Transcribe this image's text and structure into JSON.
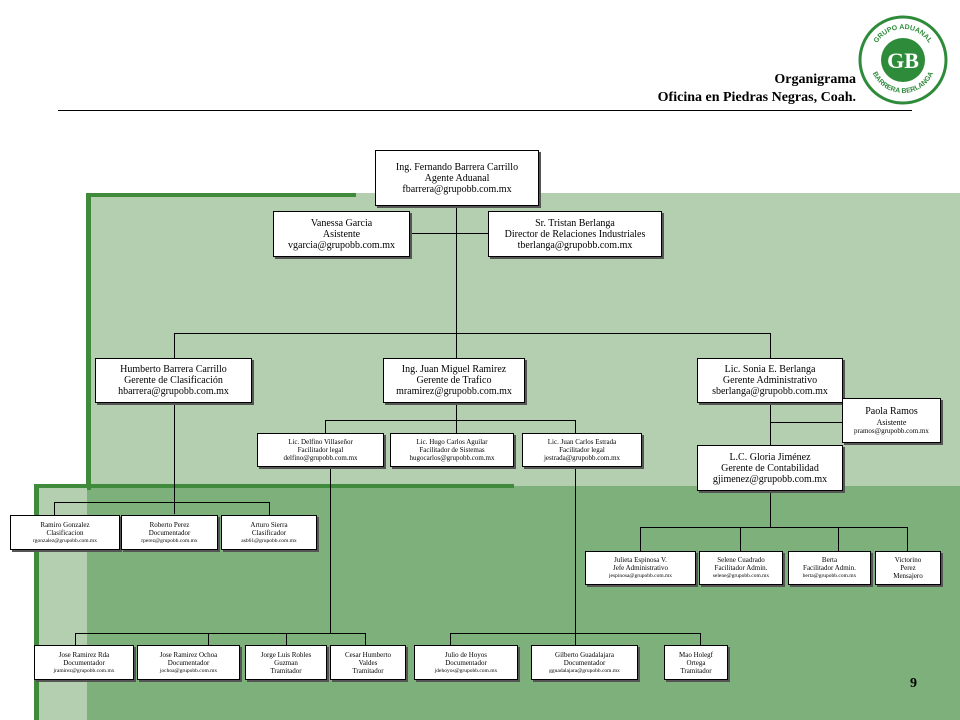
{
  "header": {
    "title": "Organigrama",
    "subtitle": "Oficina en Piedras Negras, Coah."
  },
  "logo": {
    "initials": "GB",
    "ring_top": "GRUPO ADUANAL",
    "ring_bottom": "BARRERA BERLANGA",
    "color": "#2e8b3a"
  },
  "page_number": "9",
  "colors": {
    "light_green": "#b3cfb0",
    "dark_green": "#7db07a",
    "stripe_green": "#3f8a3b"
  },
  "nodes": {
    "director": {
      "name": "Ing. Fernando Barrera Carrillo",
      "title": "Agente Aduanal",
      "email": "fbarrera@grupobb.com.mx"
    },
    "vanessa": {
      "name": "Vanessa Garcia",
      "title": "Asistente",
      "email": "vgarcia@grupobb.com.mx"
    },
    "tristan": {
      "name": "Sr. Tristan Berlanga",
      "title": "Director de Relaciones Industriales",
      "email": "tberlanga@grupobb.com.mx"
    },
    "humberto": {
      "name": "Humberto Barrera Carrillo",
      "title": "Gerente de Clasificación",
      "email": "hbarrera@grupobb.com.mx"
    },
    "juanmiguel": {
      "name": "Ing. Juan Miguel Ramirez",
      "title": "Gerente de Trafico",
      "email": "mramirez@grupobb.com.mx"
    },
    "sonia": {
      "name": "Lic. Sonia E. Berlanga",
      "title": "Gerente Administrativo",
      "email": "sberlanga@grupobb.com.mx"
    },
    "paola": {
      "name": "Paola Ramos",
      "title": "Asistente",
      "email": "pramos@grupobb.com.mx"
    },
    "gloria": {
      "name": "L.C. Gloria Jiménez",
      "title": "Gerente de Contabilidad",
      "email": "gjimenez@grupobb.com.mx"
    },
    "delfino": {
      "name": "Lic. Delfino Villaseñor",
      "title": "Facilitador legal",
      "email": "delfino@grupobb.com.mx"
    },
    "hugo": {
      "name": "Lic. Hugo Carlos Aguilar",
      "title": "Facilitador de Sistemas",
      "email": "hugocarlos@grupobb.com.mx"
    },
    "juancarlos": {
      "name": "Lic. Juan Carlos Estrada",
      "title": "Facilitador legal",
      "email": "jestrada@grupobb.com.mx"
    },
    "ramiro": {
      "name": "Ramiro Gonzalez",
      "title": "Clasificacion",
      "email": "rgonzalez@grupobb.com.mx"
    },
    "roberto": {
      "name": "Roberto Perez",
      "title": "Documentador",
      "email": "rperez@grupobb.com.mx"
    },
    "arturo": {
      "name": "Arturo Sierra",
      "title": "Clasificador",
      "email": "asb61@grupobb.com.mx"
    },
    "julieta": {
      "name": "Julieta Espinosa V.",
      "title": "Jefe Administrativo",
      "email": "jespinosa@grupobb.com.mx"
    },
    "selene": {
      "name": "Selene Cuadrado",
      "title": "Facilitador Admin.",
      "email": "selene@grupobb.com.mx"
    },
    "berta": {
      "name": "Berta",
      "title": "Facilitador Admin.",
      "email": "berta@grupobb.com.mx"
    },
    "victorino": {
      "name": "Victorino",
      "title": "Perez",
      "email": "Mensajero"
    },
    "jose_rda": {
      "name": "Jose Ramirez Rda",
      "title": "Documentador",
      "email": "jramirez@grupobb.com.mx"
    },
    "jose_ochoa": {
      "name": "Jose Ramirez  Ochoa",
      "title": "Documentador",
      "email": "jochoa@grupobb.com.mx"
    },
    "jorge": {
      "name": "Jorge Luis Robles",
      "title": "Guzman",
      "email": "Tramitador"
    },
    "cesar": {
      "name": "Cesar Humberto",
      "title": "Valdes",
      "email": "Tramitador"
    },
    "julio": {
      "name": "Julio de Hoyos",
      "title": "Documentador",
      "email": "jdehoyos@grupobb.com.mx"
    },
    "gilberto": {
      "name": "Gilberto Guadalajara",
      "title": "Documentador",
      "email": "gguadalajara@grupobb.com.mx"
    },
    "mao": {
      "name": "Mao Holegf",
      "title": "Ortega",
      "email": "Tramitador"
    }
  }
}
